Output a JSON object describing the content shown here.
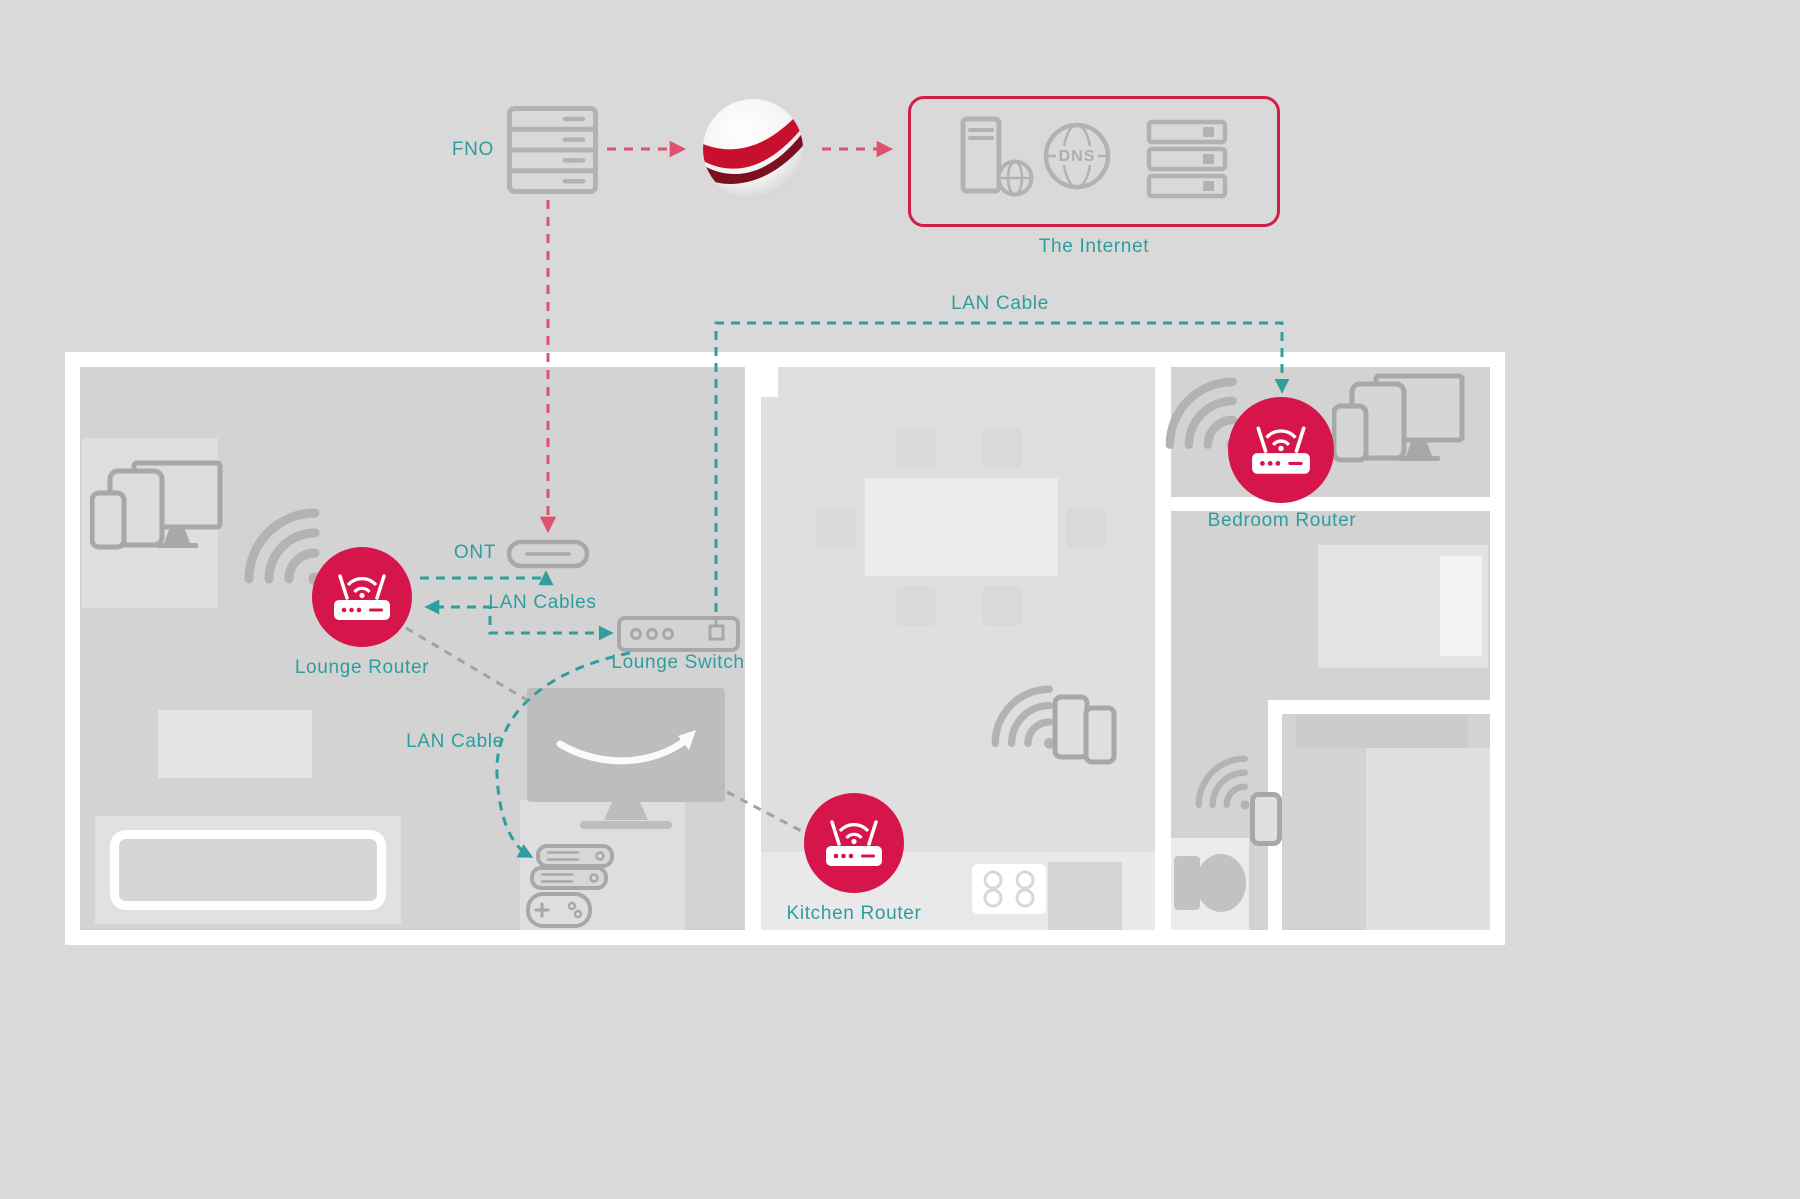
{
  "colors": {
    "background": "#d9d9d9",
    "accent_red": "#d6164b",
    "internet_box_border": "#d0204a",
    "line_pink": "#e0506f",
    "line_teal": "#2f9e9e",
    "line_grey": "#a2a2a2",
    "icon_grey": "#b2b2b2",
    "label_teal": "#2f9d9d",
    "wall_white": "#ffffff"
  },
  "labels": {
    "fno": "FNO",
    "the_internet": "The Internet",
    "lan_cable_top": "LAN Cable",
    "ont": "ONT",
    "lan_cables": "LAN Cables",
    "lounge_router": "Lounge Router",
    "lounge_switch": "Lounge Switch",
    "lan_cable_lounge": "LAN Cable",
    "kitchen_router": "Kitchen Router",
    "bedroom_router": "Bedroom Router",
    "dns": "DNS"
  }
}
